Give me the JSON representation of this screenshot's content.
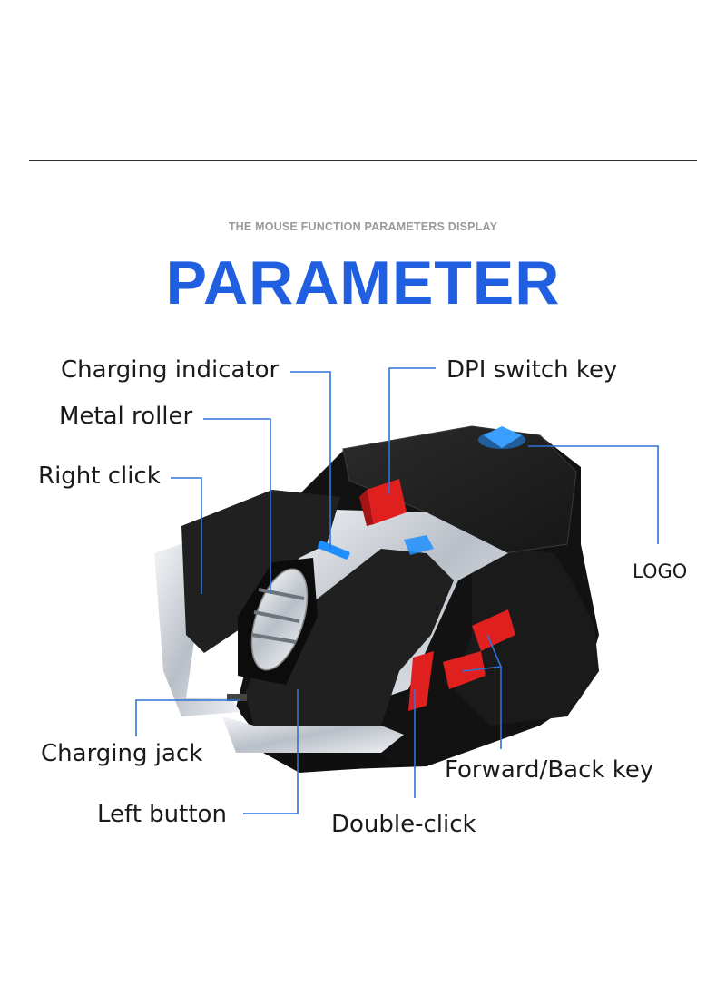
{
  "header": {
    "subtitle": "THE MOUSE FUNCTION PARAMETERS DISPLAY",
    "title": "PARAMETER"
  },
  "colors": {
    "title": "#1f5fe0",
    "subtitle": "#9a9a9a",
    "leader_line": "#2f73d8",
    "mouse_body": "#1c1c1c",
    "mouse_shadow": "#0c0c0c",
    "metal": "#d9dde2",
    "accent_red": "#e0201f",
    "accent_blue": "#1f8fff"
  },
  "callouts": {
    "charging_indicator": "Charging indicator",
    "dpi_switch_key": "DPI switch key",
    "metal_roller": "Metal roller",
    "right_click": "Right click",
    "logo": "LOGO",
    "charging_jack": "Charging jack",
    "forward_back_key": "Forward/Back key",
    "left_button": "Left button",
    "double_click": "Double-click"
  }
}
